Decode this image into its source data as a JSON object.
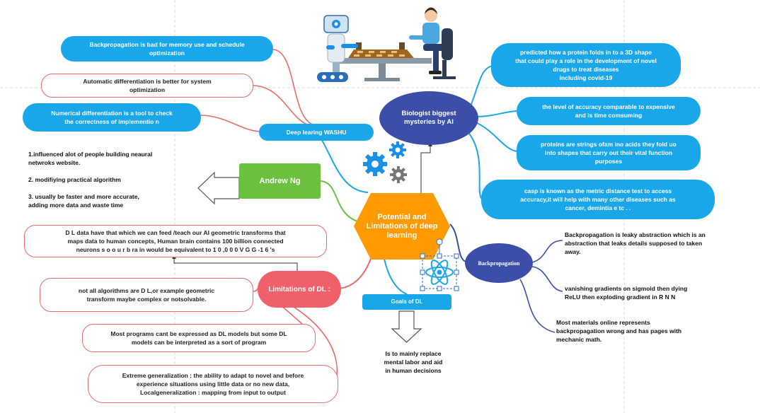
{
  "center": "Potential and\nLimitations of deep\nlearning",
  "deep_learning_washu": {
    "label": "Deep learing WASHU",
    "children": [
      "Backpropagation is bad for memory use and schedule\noptimization",
      "Automatic differentiation is better for system\noptimization",
      "Numerical differentiation is a tool to check\nthe correctness of implementio n"
    ]
  },
  "andrew_ng": {
    "label": "Andrew Ng",
    "notes": "1.influenced alot of people building neaural\nnetwroks website.\n\n2. modifiying practical algorithm\n\n3. usually be faster and more accurate,\nadding more data and waste time"
  },
  "limitations": {
    "label": "Limitations of DL :",
    "children": [
      "D L data have that which we can feed /teach our AI geometric transforms that\nmaps data to human concepts, Human brain contains 100 billion connected\nneurons s o o u r b ra in would be equivalent to 1 0 ,0 0 0 V G G -1 6 's",
      "not all algorithms are D L,or example geometric\ntransform maybe complex or notsolvable.",
      "Most programs cant be expressed as DL models but some DL\nmodels can be interpreted as a sort of program",
      "Extreme generalization : the ability to adapt to novel and before\nexperience situations using little data or no new data,\nLocalgeneralization : mapping from input to output"
    ]
  },
  "goals": {
    "label": "Goals of DL",
    "text": "Is to mainly replace\nmental labor and aid\nin human decisions"
  },
  "biologist": {
    "label": "Biologist biggest\nmysteries by AI",
    "children": [
      "predicted how a protein folds in to a 3D shape\nthat could play a role in the development of novel\ndrugs to treat diseases\nincluding covid-19",
      "the level of accuracy comparable to expensive\nand is time comsuming",
      "proteins are strings ofam ino acids they fold uo\ninto shapes that carry out their vital function\npurposes",
      "casp is known as the metric distance test to access\naccuracy,it will help with many other diseases such as\ncancer, demintia e tc . ."
    ]
  },
  "backprop": {
    "label": "Backpropagation",
    "children": [
      "Backpropagation is leaky abstraction which is an\nabstraction that leaks details supposed to taken\naway.",
      "vanishing gradients on sigmoid then dying\nReLU then exploding gradient in R N N",
      "Most materials online represents\nbackpropagation wrong and has pages with\nmechanic math."
    ]
  },
  "colors": {
    "center": "#ff9a00",
    "blue": "#1aa7ea",
    "navy": "#3c4fa8",
    "green": "#6cc040",
    "red": "#f0606a",
    "red_outline": "#e96a6a",
    "link_red": "#e96a6a",
    "link_blue": "#1aa7ea",
    "link_navy": "#3c4fa8",
    "link_green": "#6cc040"
  },
  "icons": [
    "gears-icon",
    "atom-icon",
    "robot-chess-illustration-icon"
  ]
}
